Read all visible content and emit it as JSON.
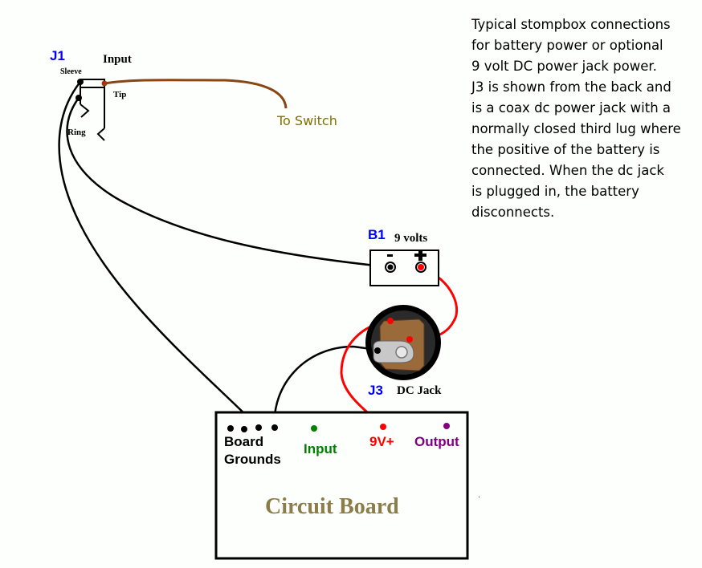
{
  "description": "Typical stompbox connections\nfor battery power or optional\n9 volt DC power jack power.\nJ3 is shown from the back and\nis a coax dc power jack with a\nnormally closed third lug where\nthe positive of the battery is\nconnected.  When the dc jack\nis plugged in, the battery\ndisconnects.",
  "j1": {
    "ref": "J1",
    "title": "Input",
    "sleeve": "Sleeve",
    "tip": "Tip",
    "ring": "Ring"
  },
  "to_switch": "To Switch",
  "b1": {
    "ref": "B1",
    "title": "9 volts",
    "minus": "-",
    "plus": "+"
  },
  "j3": {
    "ref": "J3",
    "title": "DC Jack"
  },
  "board": {
    "title": "Circuit Board",
    "grounds_line1": "Board",
    "grounds_line2": "Grounds",
    "input": "Input",
    "v9": "9V+",
    "output": "Output"
  },
  "colors": {
    "ref_blue": "#0000ff",
    "wire_black": "#000000",
    "wire_red": "#ff0000",
    "wire_brown": "#8b4513",
    "switch_text": "#807000",
    "input_green": "#008000",
    "output_purple": "#800080",
    "board_title": "#8b7d4a",
    "jack_brown": "#9b6a3a"
  }
}
